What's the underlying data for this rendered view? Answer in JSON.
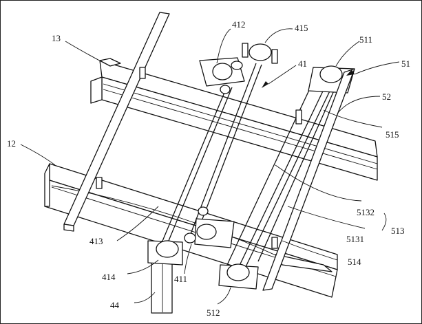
{
  "labels": {
    "l13": "13",
    "l412": "412",
    "l415": "415",
    "l511": "511",
    "l51": "51",
    "l41": "41",
    "l52": "52",
    "l515": "515",
    "l12": "12",
    "l5132": "5132",
    "l513": "513",
    "l5131": "5131",
    "l413": "413",
    "l514": "514",
    "l414": "414",
    "l411": "411",
    "l44": "44",
    "l512": "512"
  }
}
